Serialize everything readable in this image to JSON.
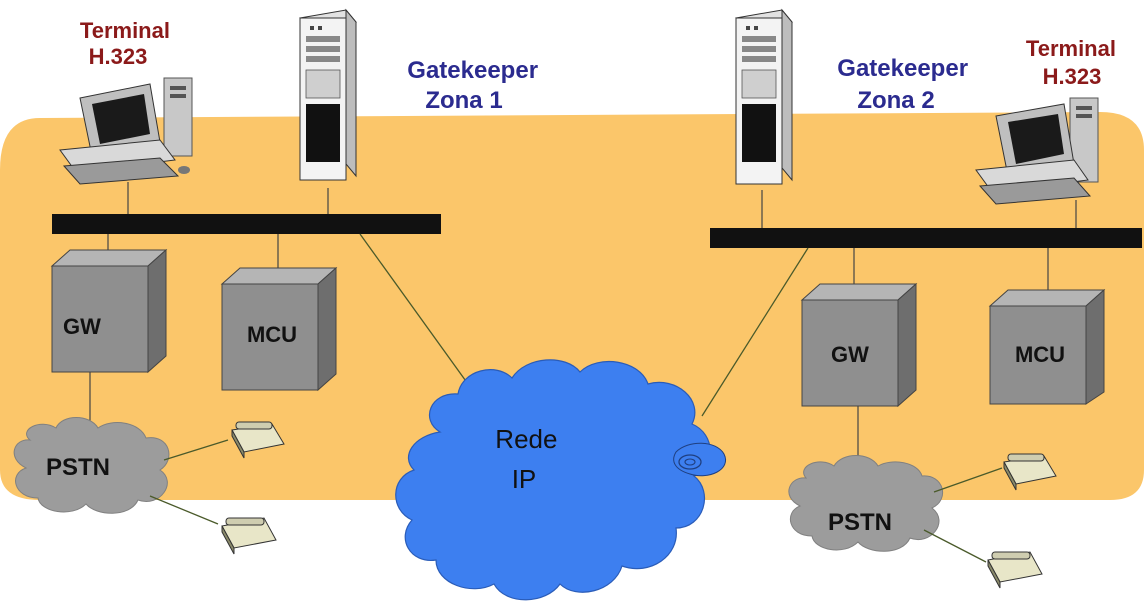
{
  "labels": {
    "terminal_left": [
      "Terminal",
      "H.323"
    ],
    "terminal_right": [
      "Terminal",
      "H.323"
    ],
    "gatekeeper_left": [
      "Gatekeeper",
      "Zona 1"
    ],
    "gatekeeper_right": [
      "Gatekeeper",
      "Zona 2"
    ],
    "gw": "GW",
    "mcu": "MCU",
    "ip_network": [
      "Rede",
      "IP"
    ],
    "pstn": "PSTN"
  },
  "colors": {
    "zone_fill": "#fbc66a",
    "bus": "#111111",
    "box_front": "#8f8f8f",
    "box_side": "#6e6e6e",
    "box_top": "#b5b5b5",
    "cloud_ip": "#3d7ff0",
    "cloud_pstn": "#9c9c9c",
    "terminal_label": "#8b1a1a",
    "gatekeeper_label": "#2b2b8f"
  },
  "icons": [
    "computer-icon",
    "server-tower-icon",
    "telephone-icon",
    "cloud-icon"
  ]
}
